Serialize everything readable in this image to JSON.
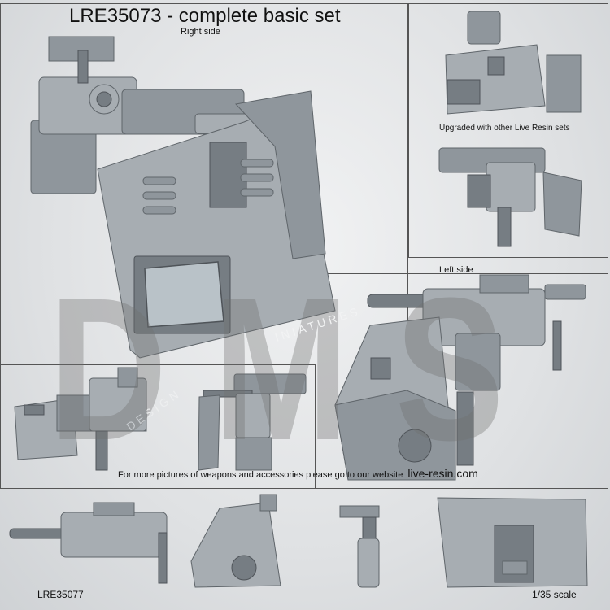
{
  "header": {
    "title": "LRE35073 - complete basic set"
  },
  "labels": {
    "right_side": "Right side",
    "upgraded": "Upgraded with other Live Resin sets",
    "left_side": "Left side"
  },
  "footer_note": {
    "text": "For more pictures of weapons and accessories please go to our website",
    "website": "live-resin.com"
  },
  "bottom": {
    "code": "LRE35077",
    "scale": "1/35 scale"
  },
  "watermark": {
    "text": "D M S",
    "arc_top": "INIATURES",
    "arc_bottom": "DESIGN"
  },
  "colors": {
    "model_grey": "#8f969c",
    "background": "#e3e5e7",
    "watermark": "#6f6f6f"
  }
}
